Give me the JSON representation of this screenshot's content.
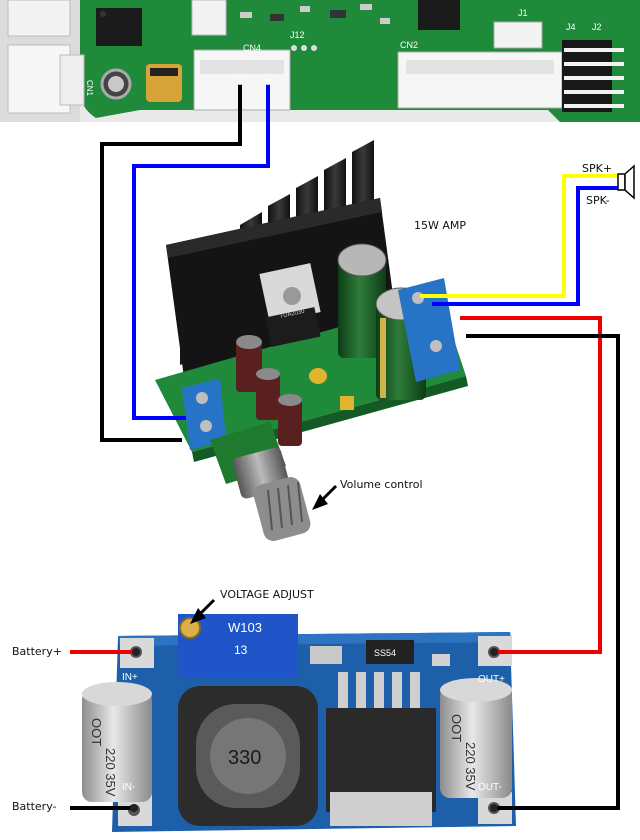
{
  "labels": {
    "amp": "15W AMP",
    "spk_plus": "SPK+",
    "spk_minus": "SPK-",
    "volume": "Volume control",
    "voltage_adjust": "VOLTAGE ADJUST",
    "battery_plus": "Battery+",
    "battery_minus": "Battery-"
  },
  "board_text": {
    "cn1": "CN1",
    "cn2": "CN2",
    "cn4": "CN4",
    "j12": "J12",
    "j1": "J1",
    "j2": "J2",
    "j4": "J4",
    "pot": "W103",
    "pot_sub": "13",
    "in_plus": "IN+",
    "in_minus": "IN-",
    "out_plus": "OUT+",
    "out_minus": "OUT-",
    "cap_left": "220 35V",
    "cap_right": "220 35V",
    "inductor": "330",
    "chip": "SS54",
    "amp_chip": "TDA2030",
    "cap_brand": "OOT"
  },
  "colors": {
    "pcb_green": "#1f8a3a",
    "pcb_blue": "#1d5fa8",
    "wire_black": "#000000",
    "wire_blue": "#0000ff",
    "wire_red": "#ee0000",
    "wire_yellow": "#ffff00"
  }
}
